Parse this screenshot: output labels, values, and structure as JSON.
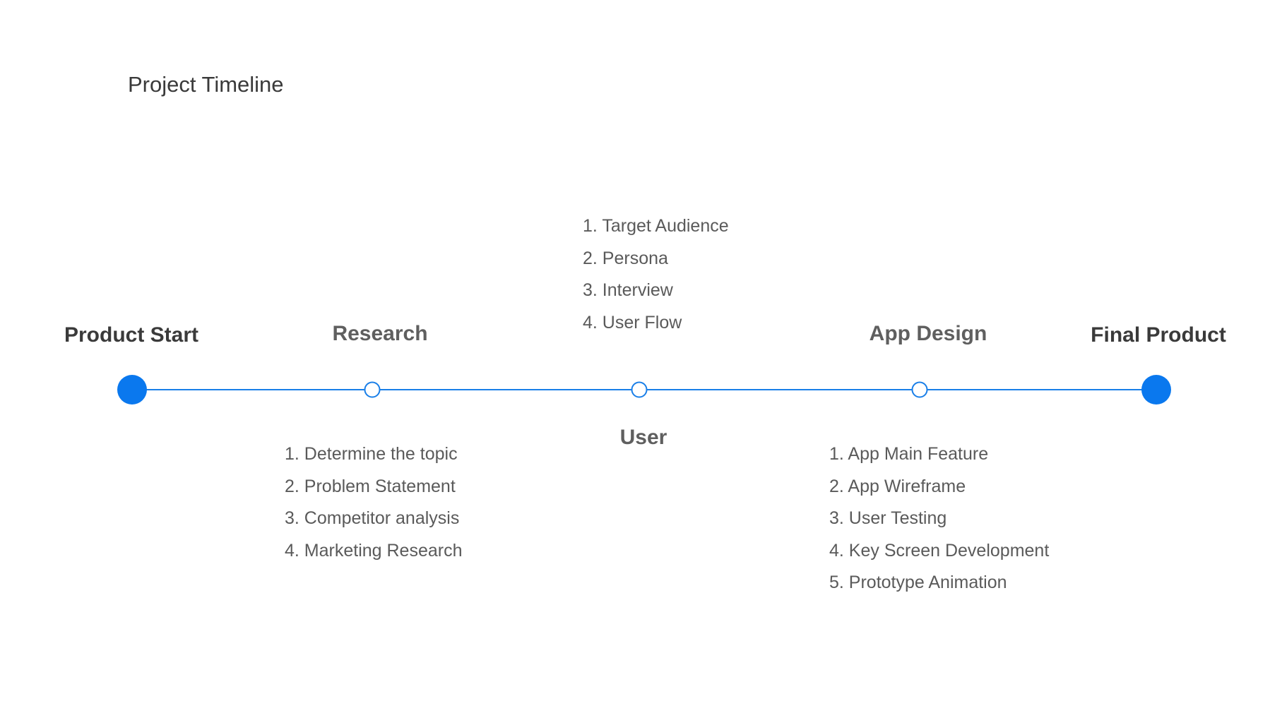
{
  "title": "Project Timeline",
  "colors": {
    "accent": "#0a78ee",
    "text": "#5a5a5a"
  },
  "stages": {
    "start": "Product Start",
    "research": "Research",
    "user": "User",
    "app_design": "App Design",
    "final": "Final Product"
  },
  "lists": {
    "research": [
      "1.  Determine the topic",
      "2. Problem Statement",
      "3. Competitor analysis",
      "4. Marketing Research"
    ],
    "user": [
      "1.  Target Audience",
      "2. Persona",
      "3. Interview",
      "4. User Flow"
    ],
    "app_design": [
      "1.  App Main Feature",
      "2. App Wireframe",
      "3. User Testing",
      "4. Key Screen Development",
      "5. Prototype Animation"
    ]
  }
}
